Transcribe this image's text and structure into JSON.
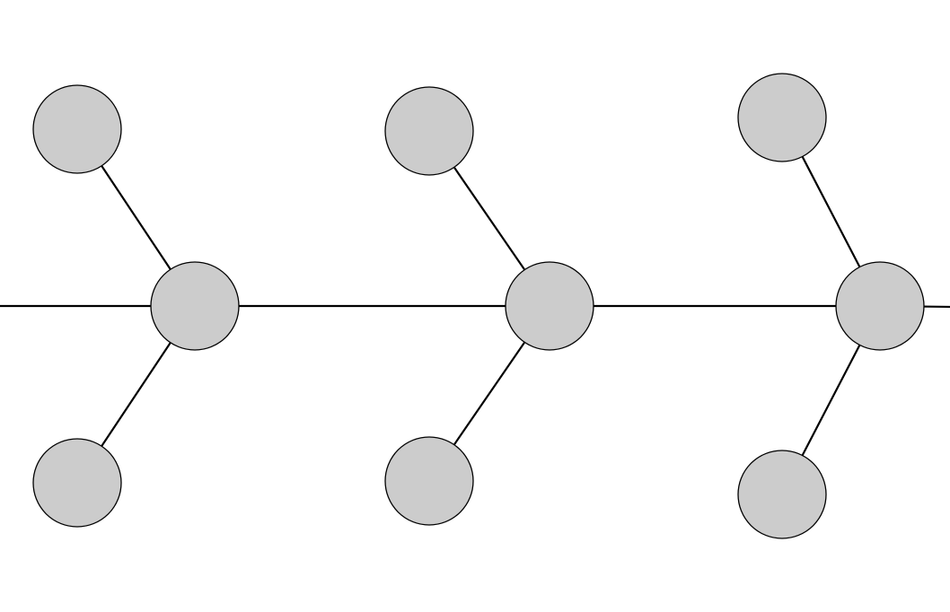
{
  "diagram": {
    "type": "fishbone-network",
    "colors": {
      "background": "#ffffff",
      "node_fill": "#cccccc",
      "node_stroke": "#000000",
      "edge_stroke": "#000000"
    },
    "spine": {
      "hub_count": 3,
      "extends_past_edges": true
    },
    "hubs": [
      {
        "id": "hub-1",
        "branches": [
          "up",
          "down"
        ]
      },
      {
        "id": "hub-2",
        "branches": [
          "up",
          "down"
        ]
      },
      {
        "id": "hub-3",
        "branches": [
          "up",
          "down"
        ]
      }
    ]
  }
}
